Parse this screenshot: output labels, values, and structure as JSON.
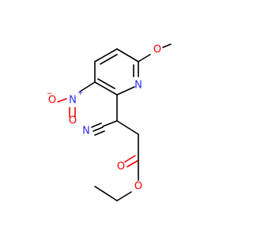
{
  "colors": {
    "carbon_bond": "#000000",
    "nitrogen": "#2f2ff0",
    "oxygen": "#ff0000",
    "background": "#ffffff"
  },
  "atoms": {
    "methoxy_o": "O",
    "ring_n": "N",
    "nitro_n": "N",
    "nitro_plus": "+",
    "nitro_o_minus": "O",
    "nitro_minus": "−",
    "nitro_o": "O",
    "cyano_n": "N",
    "carbonyl_o": "O",
    "ester_o": "O"
  }
}
